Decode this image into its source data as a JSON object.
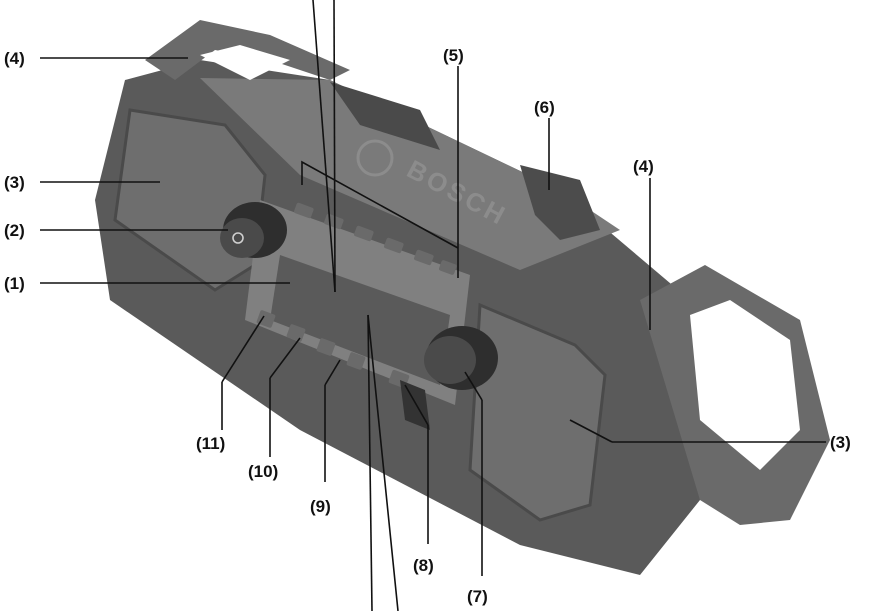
{
  "brand": {
    "logo_text": "BOSCH"
  },
  "callouts": {
    "c1": "(1)",
    "c2": "(2)",
    "c3_left": "(3)",
    "c3_right": "(3)",
    "c4_left": "(4)",
    "c4_right": "(4)",
    "c5": "(5)",
    "c6": "(6)",
    "c7": "(7)",
    "c8": "(8)",
    "c9": "(9)",
    "c10": "(10)",
    "c11": "(11)"
  },
  "colors": {
    "body_dark": "#4a4a4a",
    "frame": "#6a6a6a",
    "panel": "#808080",
    "speaker": "#6e6e6e",
    "display": "#5a5a5a",
    "knob": "#3c3c3c",
    "label_text": "#111111"
  }
}
